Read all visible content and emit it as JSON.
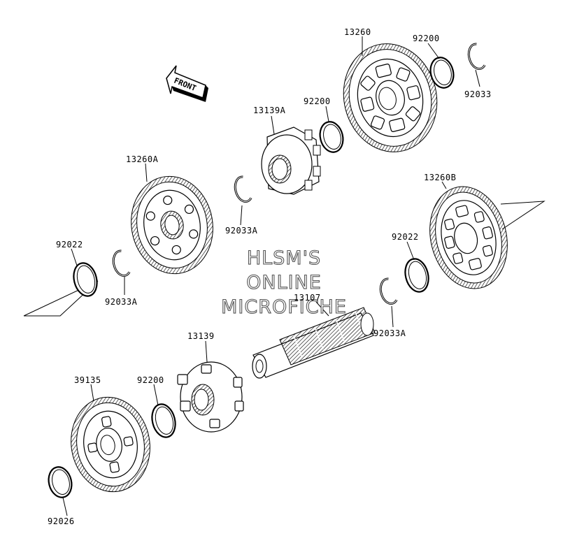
{
  "front_arrow_label": "FRONT",
  "watermark": [
    "HLSM'S",
    "ONLINE",
    "MICROFICHE"
  ],
  "labels": {
    "p13260": "13260",
    "p92200a": "92200",
    "p92033": "92033",
    "p92200b": "92200",
    "p13139A": "13139A",
    "p13260A": "13260A",
    "p92033Aa": "92033A",
    "p13260B": "13260B",
    "p92022a": "92022",
    "p92022b": "92022",
    "p92033Ab": "92033A",
    "p13107": "13107",
    "p92033Ac": "92033A",
    "p13139": "13139",
    "p39135": "39135",
    "p92200c": "92200",
    "p92026": "92026"
  }
}
